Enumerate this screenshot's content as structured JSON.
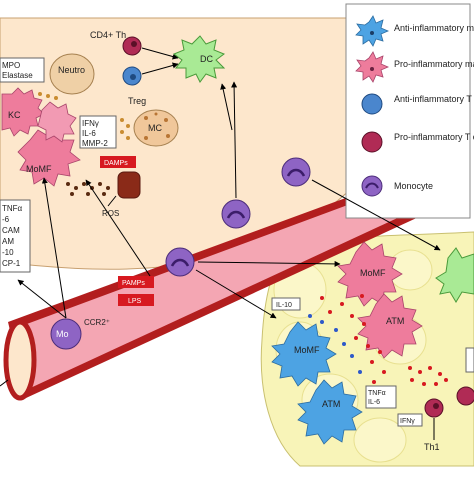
{
  "legend": {
    "items": [
      {
        "label": "Anti-inflammatory macrophage"
      },
      {
        "label": "Pro-inflammatory macrophage"
      },
      {
        "label": "Anti-inflammatory T cell"
      },
      {
        "label": "Pro-inflammatory T cell"
      },
      {
        "label": "Monocyte"
      }
    ]
  },
  "liver": {
    "cd4": "CD4+ Th",
    "dc": "DC",
    "treg": "Treg",
    "mpo": "MPO",
    "elastase": "Elastase",
    "neutro": "Neutro",
    "kc": "KC",
    "ifng": "IFNγ",
    "il6": "IL-6",
    "mmp2": "MMP-2",
    "mc": "MC",
    "damps": "DAMPs",
    "momf": "MoMF",
    "ros": "ROS",
    "left_list": [
      "TNFα",
      "-6",
      "CAM",
      "AM",
      "-10",
      "CP-1"
    ]
  },
  "vessel": {
    "pamps": "PAMPs",
    "lps": "LPS",
    "mo": "Mo",
    "ccr2": "CCR2⁺"
  },
  "adipose": {
    "il10": "IL-10",
    "momf_top": "MoMF",
    "atm_top": "ATM",
    "momf_left": "MoMF",
    "atm_bottom": "ATM",
    "tnfa": "TNFα",
    "il6": "IL-6",
    "ifng": "IFNγ",
    "th1": "Th1"
  },
  "colors": {
    "liver_fill": "#fde7cc",
    "adipose_fill": "#f8f4b8",
    "vessel_outer": "#b21e1e",
    "vessel_inner": "#f4a6b3",
    "anti_macrophage": "#4da3e3",
    "pro_macrophage": "#ee7c9c",
    "anti_tcell": "#4a86cd",
    "pro_tcell": "#b02b55",
    "monocyte": "#8e64c4",
    "dc": "#a9ea95",
    "red_label": "#d71920"
  }
}
